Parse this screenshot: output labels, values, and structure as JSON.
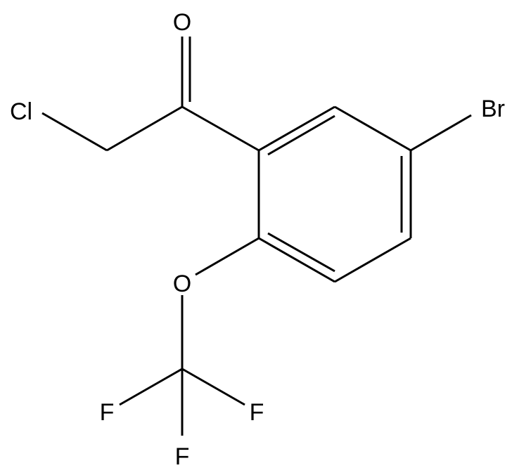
{
  "structure": {
    "atoms": {
      "oxygen_carbonyl": "O",
      "chlorine": "Cl",
      "bromine": "Br",
      "oxygen_ether": "O",
      "fluorine_left": "F",
      "fluorine_right": "F",
      "fluorine_bottom": "F"
    },
    "colors": {
      "bond": "#000000",
      "label": "#000000",
      "background": "#ffffff"
    }
  }
}
